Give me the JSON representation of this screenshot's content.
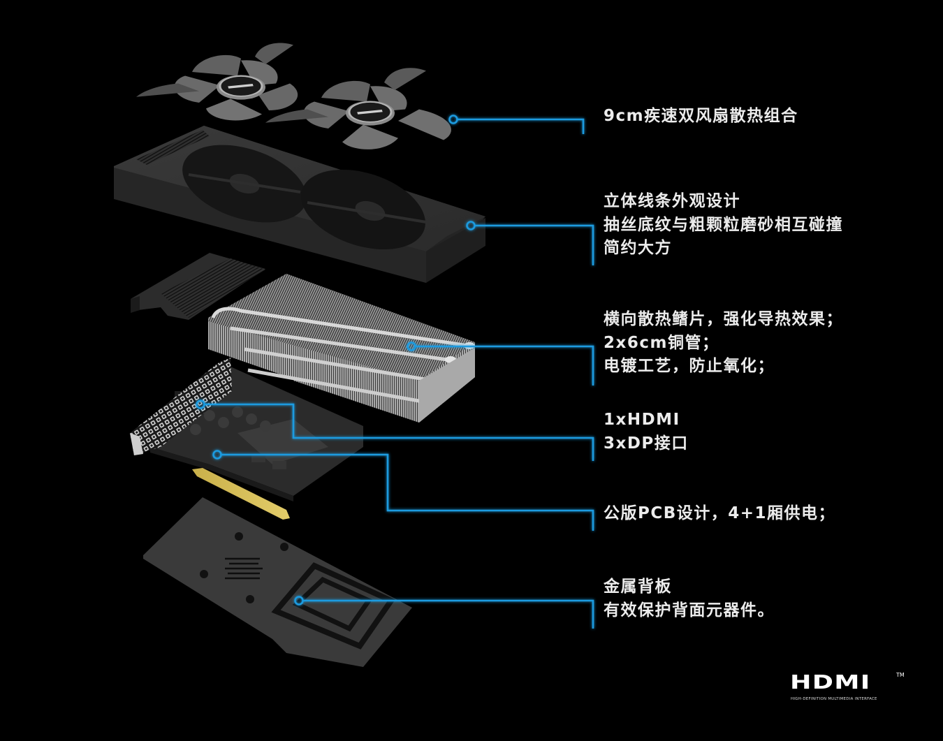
{
  "page": {
    "background": "#000000",
    "accent_color": "#1a9be0",
    "text_color": "#ececec"
  },
  "features": [
    {
      "id": "fans",
      "lines": [
        "9cm疾速双风扇散热组合"
      ],
      "icon": "fan-icon"
    },
    {
      "id": "shroud",
      "lines": [
        "立体线条外观设计",
        "抽丝底纹与粗颗粒磨砂相互碰撞",
        "简约大方"
      ],
      "icon": "shroud-icon"
    },
    {
      "id": "heatsink",
      "lines": [
        "横向散热鳍片，强化导热效果；",
        "2x6cm铜管；",
        "电镀工艺，防止氧化；"
      ],
      "icon": "heatsink-icon"
    },
    {
      "id": "io",
      "lines": [
        "1xHDMI",
        "3xDP接口"
      ],
      "icon": "io-bracket-icon"
    },
    {
      "id": "pcb",
      "lines": [
        "公版PCB设计，4+1厢供电；"
      ],
      "icon": "pcb-icon"
    },
    {
      "id": "backplate",
      "lines": [
        "金属背板",
        "有效保护背面元器件。"
      ],
      "icon": "backplate-icon"
    }
  ],
  "logo": {
    "word": "HDMI",
    "trademark": "TM",
    "tagline": "HIGH-DEFINITION MULTIMEDIA INTERFACE"
  }
}
